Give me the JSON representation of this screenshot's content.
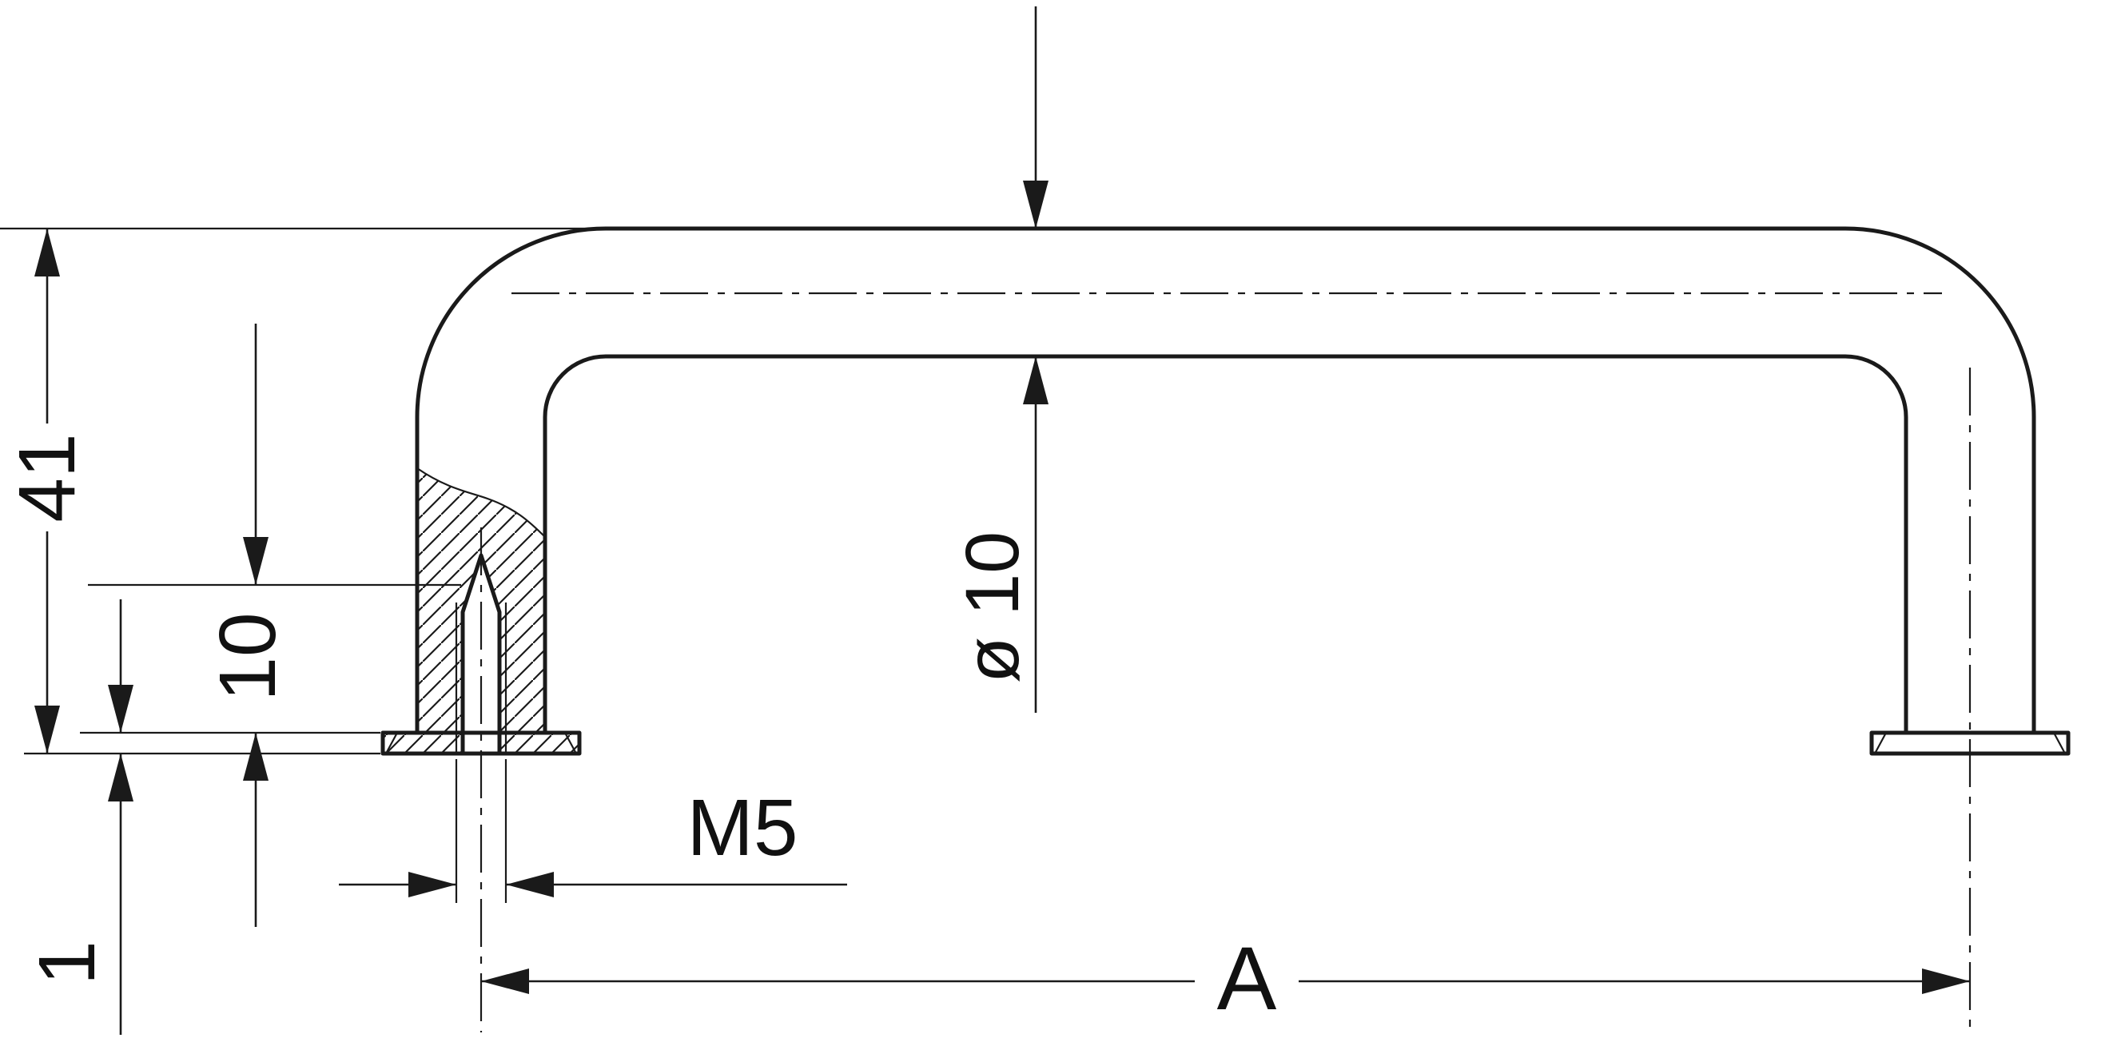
{
  "drawing": {
    "type": "technical-dimension-drawing",
    "subject": "U-shaped pull handle, side elevation with sectioned left leg and threaded mounting hole",
    "colors": {
      "line": "#1a1a1a",
      "background": "#ffffff"
    },
    "labels": {
      "overall_height": "41",
      "thread_depth": "10",
      "base_thickness": "1",
      "thread_spec": "M5",
      "tube_diameter": "ø 10",
      "hole_spacing": "A"
    }
  }
}
